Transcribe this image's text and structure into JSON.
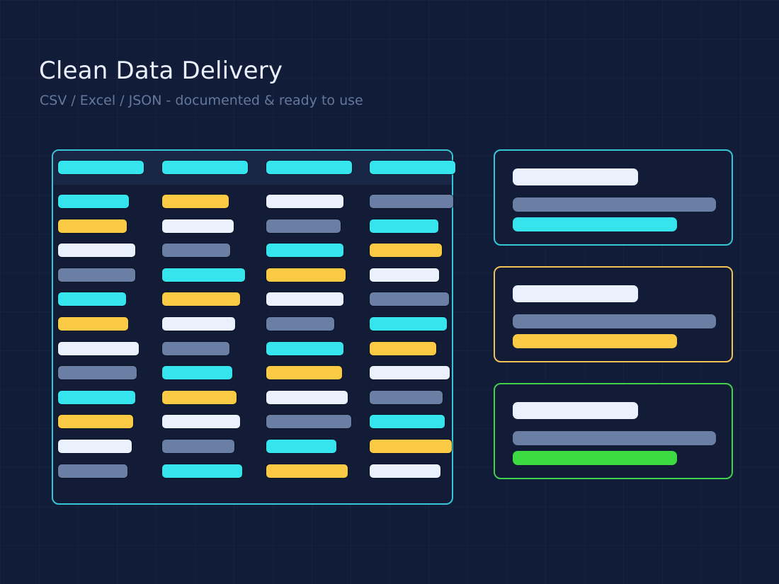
{
  "header": {
    "title": "Clean Data Delivery",
    "subtitle": "CSV / Excel / JSON - documented & ready to use"
  },
  "colors": {
    "background": "#111c38",
    "cyan": "#36e4ee",
    "yellow": "#fbca45",
    "white": "#eaf0fc",
    "slate": "#6a7fa3",
    "green": "#3dd940",
    "table_border": "#35c6d6",
    "card_border_1": "#35c6d6",
    "card_border_2": "#f2c257",
    "card_border_3": "#42cf4b"
  },
  "table_pattern": {
    "header_cells": [
      "cyan",
      "cyan",
      "cyan",
      "cyan"
    ],
    "rows": [
      [
        "cyan",
        "yellow",
        "white",
        "slate"
      ],
      [
        "yellow",
        "white",
        "slate",
        "cyan"
      ],
      [
        "white",
        "slate",
        "cyan",
        "yellow"
      ],
      [
        "slate",
        "cyan",
        "yellow",
        "white"
      ],
      [
        "cyan",
        "yellow",
        "white",
        "slate"
      ],
      [
        "yellow",
        "white",
        "slate",
        "cyan"
      ],
      [
        "white",
        "slate",
        "cyan",
        "yellow"
      ],
      [
        "slate",
        "cyan",
        "yellow",
        "white"
      ],
      [
        "cyan",
        "yellow",
        "white",
        "slate"
      ],
      [
        "yellow",
        "white",
        "slate",
        "cyan"
      ],
      [
        "white",
        "slate",
        "cyan",
        "yellow"
      ],
      [
        "slate",
        "cyan",
        "yellow",
        "white"
      ]
    ]
  },
  "cards": [
    {
      "border": "card_border_1",
      "accent": "cyan"
    },
    {
      "border": "card_border_2",
      "accent": "yellow"
    },
    {
      "border": "card_border_3",
      "accent": "green"
    }
  ]
}
